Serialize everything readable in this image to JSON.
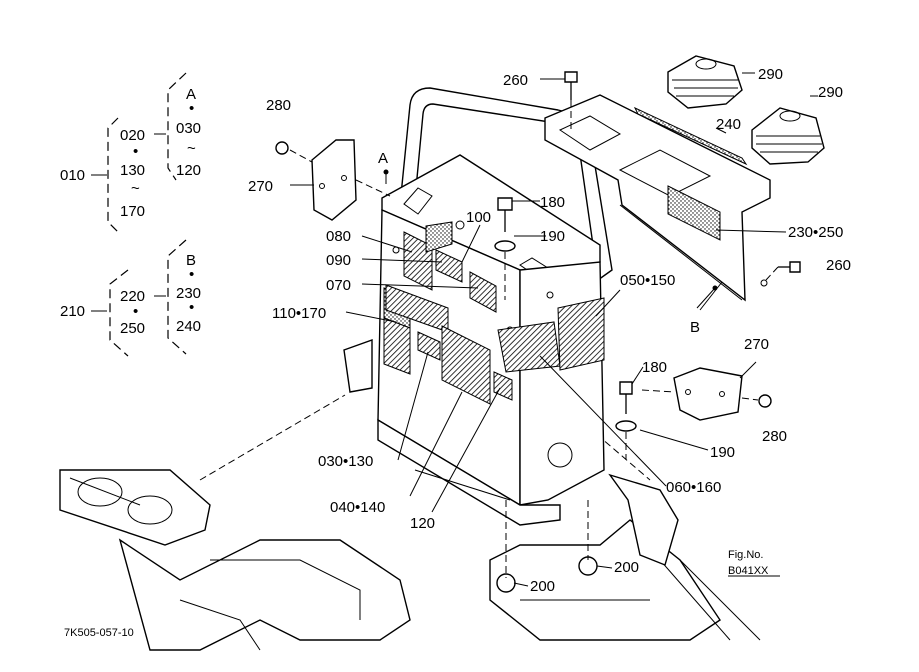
{
  "figure": {
    "drawing_code": "7K505-057-10",
    "fig_no_label": "Fig.No.",
    "fig_no_value": "B041XX"
  },
  "legend": {
    "group_010": {
      "root": "010",
      "items": [
        "020",
        "130",
        "170"
      ],
      "branch": [
        "A",
        "030",
        "120"
      ]
    },
    "group_210": {
      "root": "210",
      "items": [
        "220",
        "250"
      ],
      "branch": [
        "B",
        "230",
        "240"
      ]
    }
  },
  "callouts": {
    "c280_top": "280",
    "c270_left": "270",
    "cA": "A",
    "c100": "100",
    "c180_top": "180",
    "c190_top": "190",
    "c080": "080",
    "c090": "090",
    "c070": "070",
    "c110_170": "110•170",
    "c050_150": "050•150",
    "c260_top": "260",
    "c290_a": "290",
    "c290_b": "290",
    "c240": "240",
    "c230_250": "230•250",
    "c260_right": "260",
    "cB": "B",
    "c270_right": "270",
    "c180_mid": "180",
    "c280_right": "280",
    "c190_mid": "190",
    "c060_160": "060•160",
    "c030_130": "030•130",
    "c040_140": "040•140",
    "c120": "120",
    "c200_left": "200",
    "c200_right": "200"
  }
}
